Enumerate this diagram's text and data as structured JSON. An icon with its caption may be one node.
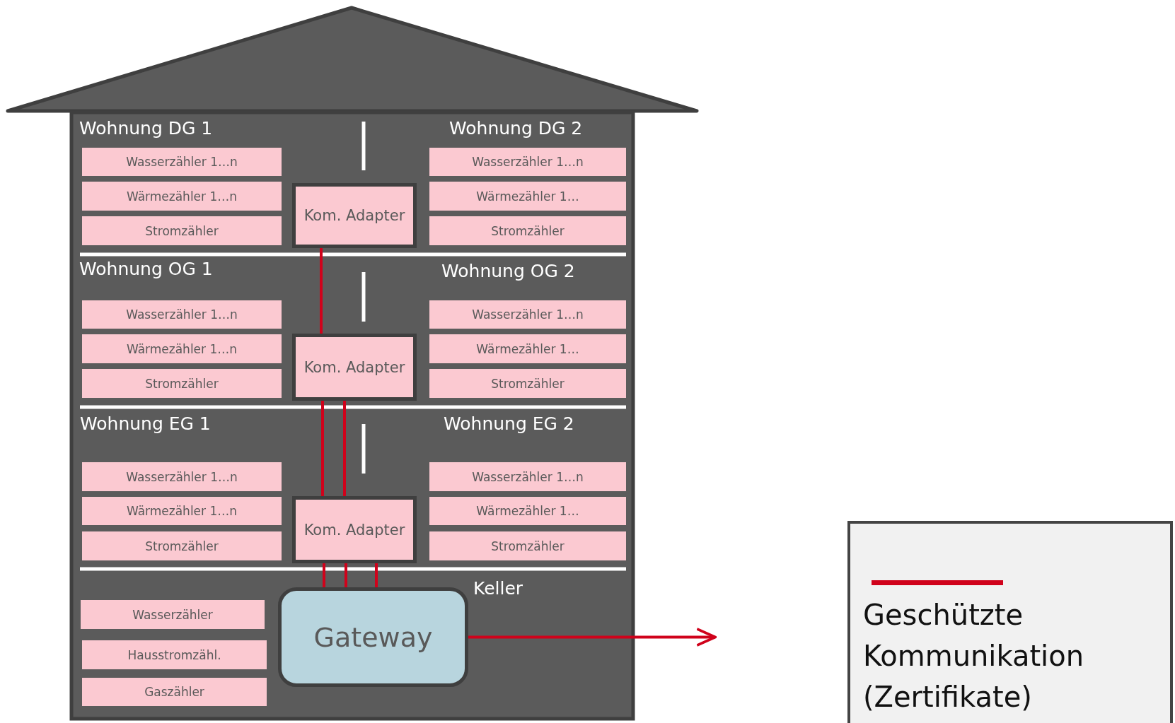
{
  "diagram": {
    "nodes": [
      {
        "text": [
          "Wasserzähler 1…n"
        ]
      },
      {
        "text": [
          "Wärmezähler 1…n"
        ]
      },
      {
        "text": [
          "Stromzähler"
        ]
      },
      {
        "text": [
          "Kom. Adapter"
        ]
      },
      {
        "text": [
          "Wasserzähler 1…n"
        ]
      },
      {
        "text": [
          "Wärmezähler 1…"
        ]
      },
      {
        "text": [
          "Stromzähler"
        ]
      },
      {
        "text": [
          "Wasserzähler 1…n"
        ]
      },
      {
        "text": [
          "Wärmezähler 1…n"
        ]
      },
      {
        "text": [
          "Stromzähler"
        ]
      },
      {
        "text": [
          "Kom. Adapter"
        ]
      },
      {
        "text": [
          "Wasserzähler 1…n"
        ]
      },
      {
        "text": [
          "Wärmezähler 1…"
        ]
      },
      {
        "text": [
          "Stromzähler"
        ]
      },
      {
        "text": [
          "Wasserzähler 1…n"
        ]
      },
      {
        "text": [
          "Wärmezähler 1…n"
        ]
      },
      {
        "text": [
          "Stromzähler"
        ]
      },
      {
        "text": [
          "Kom. Adapter"
        ]
      },
      {
        "text": [
          "Wasserzähler 1…n"
        ]
      },
      {
        "text": [
          "Wärmezähler 1…"
        ]
      },
      {
        "text": [
          "Stromzähler"
        ]
      },
      {
        "text": [
          "Wasserzähler"
        ]
      },
      {
        "text": [
          "Gateway"
        ]
      },
      {
        "text": [
          "Hausstromzähl."
        ]
      },
      {
        "text": [
          "Gaszähler"
        ]
      }
    ],
    "edges": [
      {
        "from": 3,
        "to": 10,
        "arrow": "none"
      },
      {
        "from": 10,
        "to": 17,
        "arrow": "none"
      },
      {
        "from": 10,
        "to": 17,
        "arrow": "none"
      },
      {
        "from": 17,
        "to": 22,
        "arrow": "none"
      },
      {
        "from": 17,
        "to": 22,
        "arrow": "none"
      },
      {
        "from": 17,
        "to": 22,
        "arrow": "none"
      },
      {
        "from": 22,
        "to": null,
        "arrow": "to"
      }
    ],
    "labels": [
      "Wohnung DG 1",
      "Wohnung DG 2",
      "Wohnung OG 1",
      "Wohnung OG 2",
      "Wohnung EG 1",
      "Wohnung EG 2",
      "Keller"
    ],
    "legend": [
      {
        "text": "Geschützte Kommunikation (Zertifikate)"
      }
    ]
  }
}
